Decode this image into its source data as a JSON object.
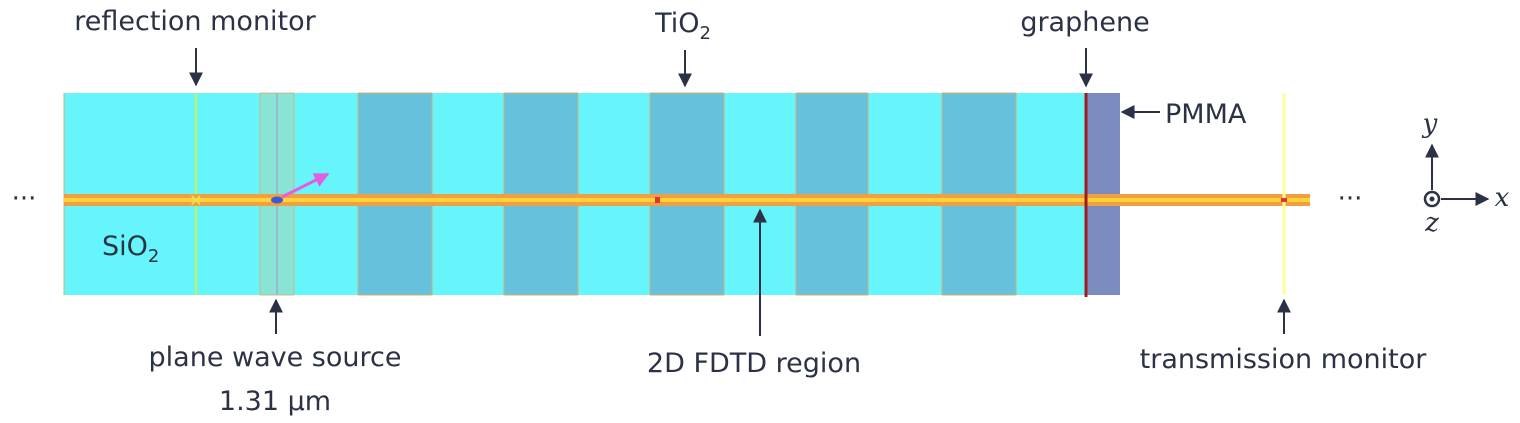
{
  "labels": {
    "reflection_monitor": "reflection monitor",
    "tio2_base": "TiO",
    "tio2_sub": "2",
    "graphene": "graphene",
    "pmma": "PMMA",
    "sio2_base": "SiO",
    "sio2_sub": "2",
    "plane_wave_source": "plane wave source",
    "wavelength": "1.31 μm",
    "fdtd_region": "2D FDTD region",
    "transmission_monitor": "transmission monitor",
    "ellipsis": "···"
  },
  "axes": {
    "x": "x",
    "y": "y",
    "z": "z"
  },
  "colors": {
    "sio2": "#66f5fa",
    "tio2": "#66c2dc",
    "pmma": "#7b8cc0",
    "graphene": "#a01b1b",
    "fdtd_band": "#f0a040",
    "fdtd_core": "#ffd23a",
    "reflection_monitor": "#c8f05a",
    "transmission_monitor": "#ffff99",
    "source_band": "#8fe3d0",
    "source_arrow": "#e060e0",
    "annotation": "#2b3245"
  }
}
